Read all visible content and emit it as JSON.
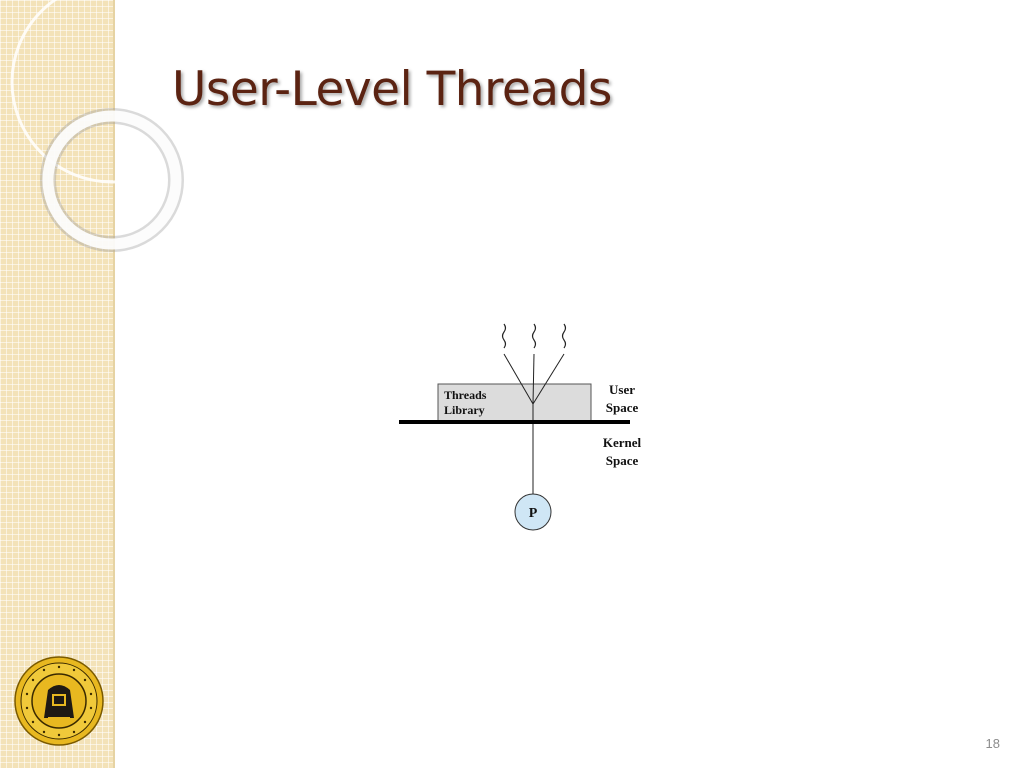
{
  "slide": {
    "title": "User-Level Threads",
    "page_number": "18"
  },
  "diagram": {
    "threads_library_line1": "Threads",
    "threads_library_line2": "Library",
    "user_space_line1": "User",
    "user_space_line2": "Space",
    "kernel_space_line1": "Kernel",
    "kernel_space_line2": "Space",
    "process_label": "P",
    "thread_count": 3,
    "colors": {
      "library_box": "#dcdcdc",
      "process_circle": "#cfe6f5",
      "boundary_line": "#000000"
    }
  },
  "colors": {
    "title": "#5b2312",
    "sidebar": "#f3e2b8"
  },
  "icons": {
    "logo": "institution-seal"
  }
}
